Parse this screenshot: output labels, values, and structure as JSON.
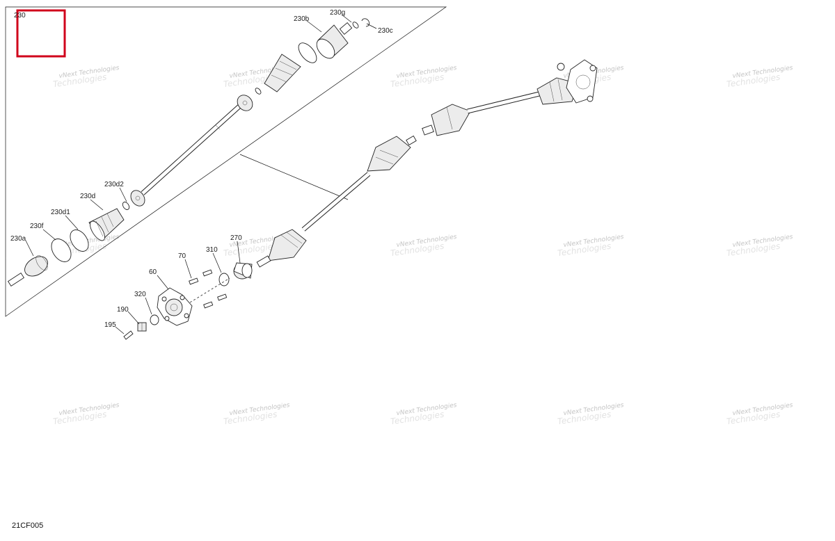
{
  "diagram": {
    "code": "21CF005",
    "highlight_color": "#d0021b",
    "callouts": {
      "c230": "230",
      "c230b": "230b",
      "c230g": "230g",
      "c230c": "230c",
      "c230d2": "230d2",
      "c230d": "230d",
      "c230d1": "230d1",
      "c230f": "230f",
      "c230a": "230a",
      "c270": "270",
      "c310": "310",
      "c70": "70",
      "c60": "60",
      "c320": "320",
      "c190": "190",
      "c195": "195"
    },
    "watermark": {
      "line1": "vNext Technologies",
      "line2": "Technologies"
    }
  }
}
